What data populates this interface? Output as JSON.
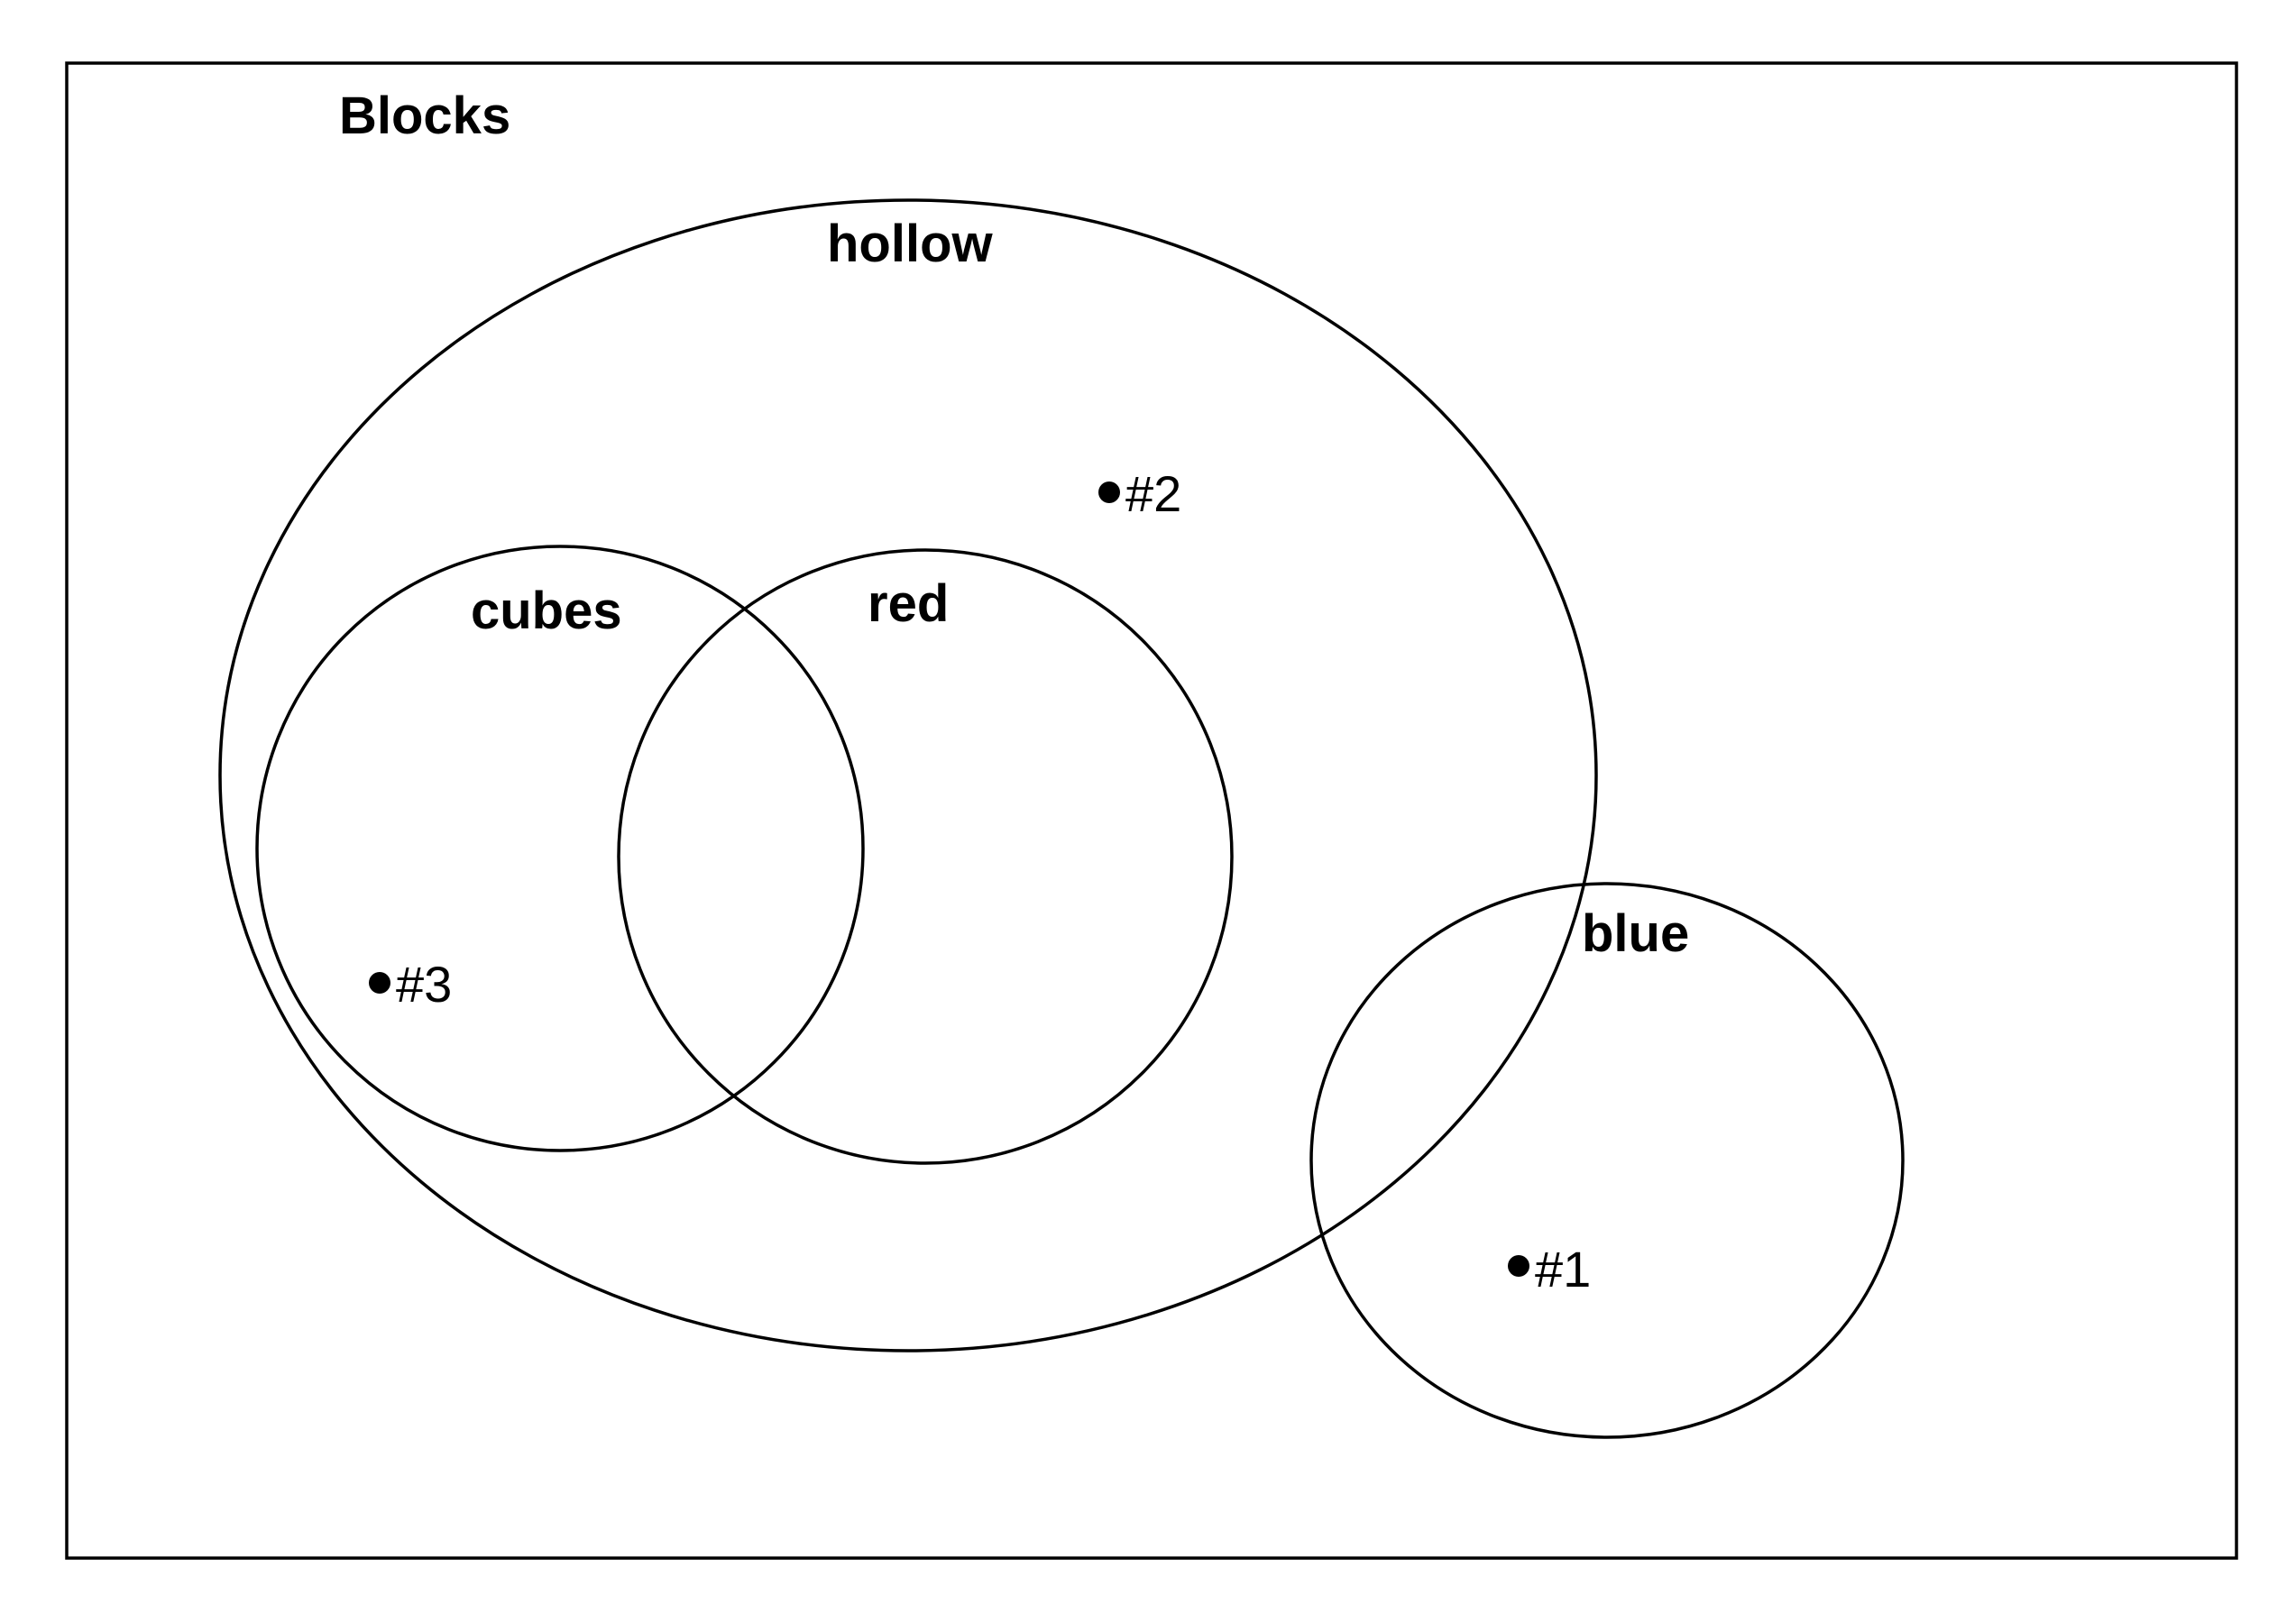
{
  "universe": {
    "label": "Blocks"
  },
  "sets": {
    "hollow": {
      "label": "hollow"
    },
    "cubes": {
      "label": "cubes"
    },
    "red": {
      "label": "red"
    },
    "blue": {
      "label": "blue"
    }
  },
  "points": {
    "p1": {
      "label": "#1"
    },
    "p2": {
      "label": "#2"
    },
    "p3": {
      "label": "#3"
    }
  },
  "colors": {
    "stroke": "#000000",
    "background": "#ffffff"
  }
}
